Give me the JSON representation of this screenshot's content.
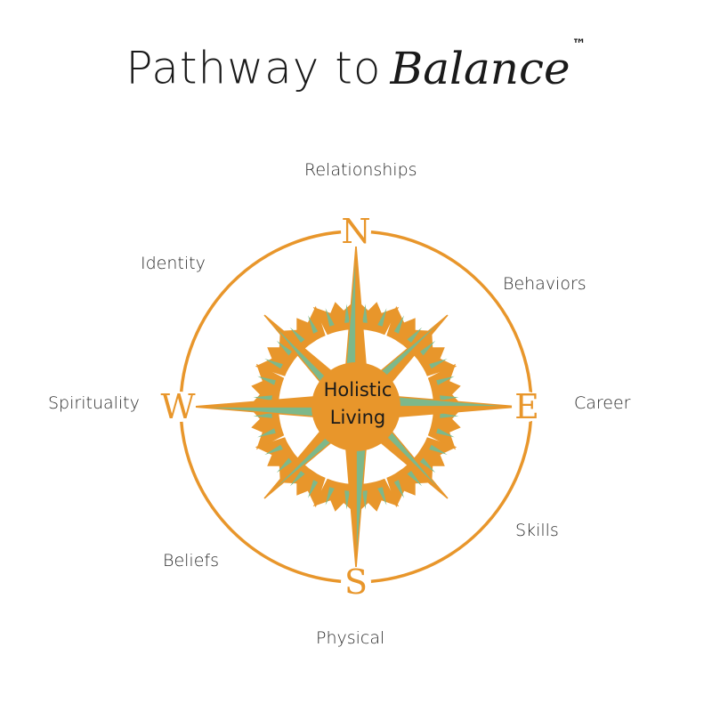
{
  "title": {
    "main": "Pathway to",
    "script": "Balance",
    "trademark": "™"
  },
  "center": {
    "line1": "Holistic",
    "line2": "Living"
  },
  "cardinals": {
    "north": "N",
    "east": "E",
    "south": "S",
    "west": "W"
  },
  "labels": {
    "relationships": "Relationships",
    "behaviors": "Behaviors",
    "career": "Career",
    "skills": "Skills",
    "physical": "Physical",
    "beliefs": "Beliefs",
    "spirituality": "Spirituality",
    "identity": "Identity"
  },
  "colors": {
    "orange": "#E8962B",
    "green": "#7DB88A",
    "text": "#2b2b2b"
  }
}
